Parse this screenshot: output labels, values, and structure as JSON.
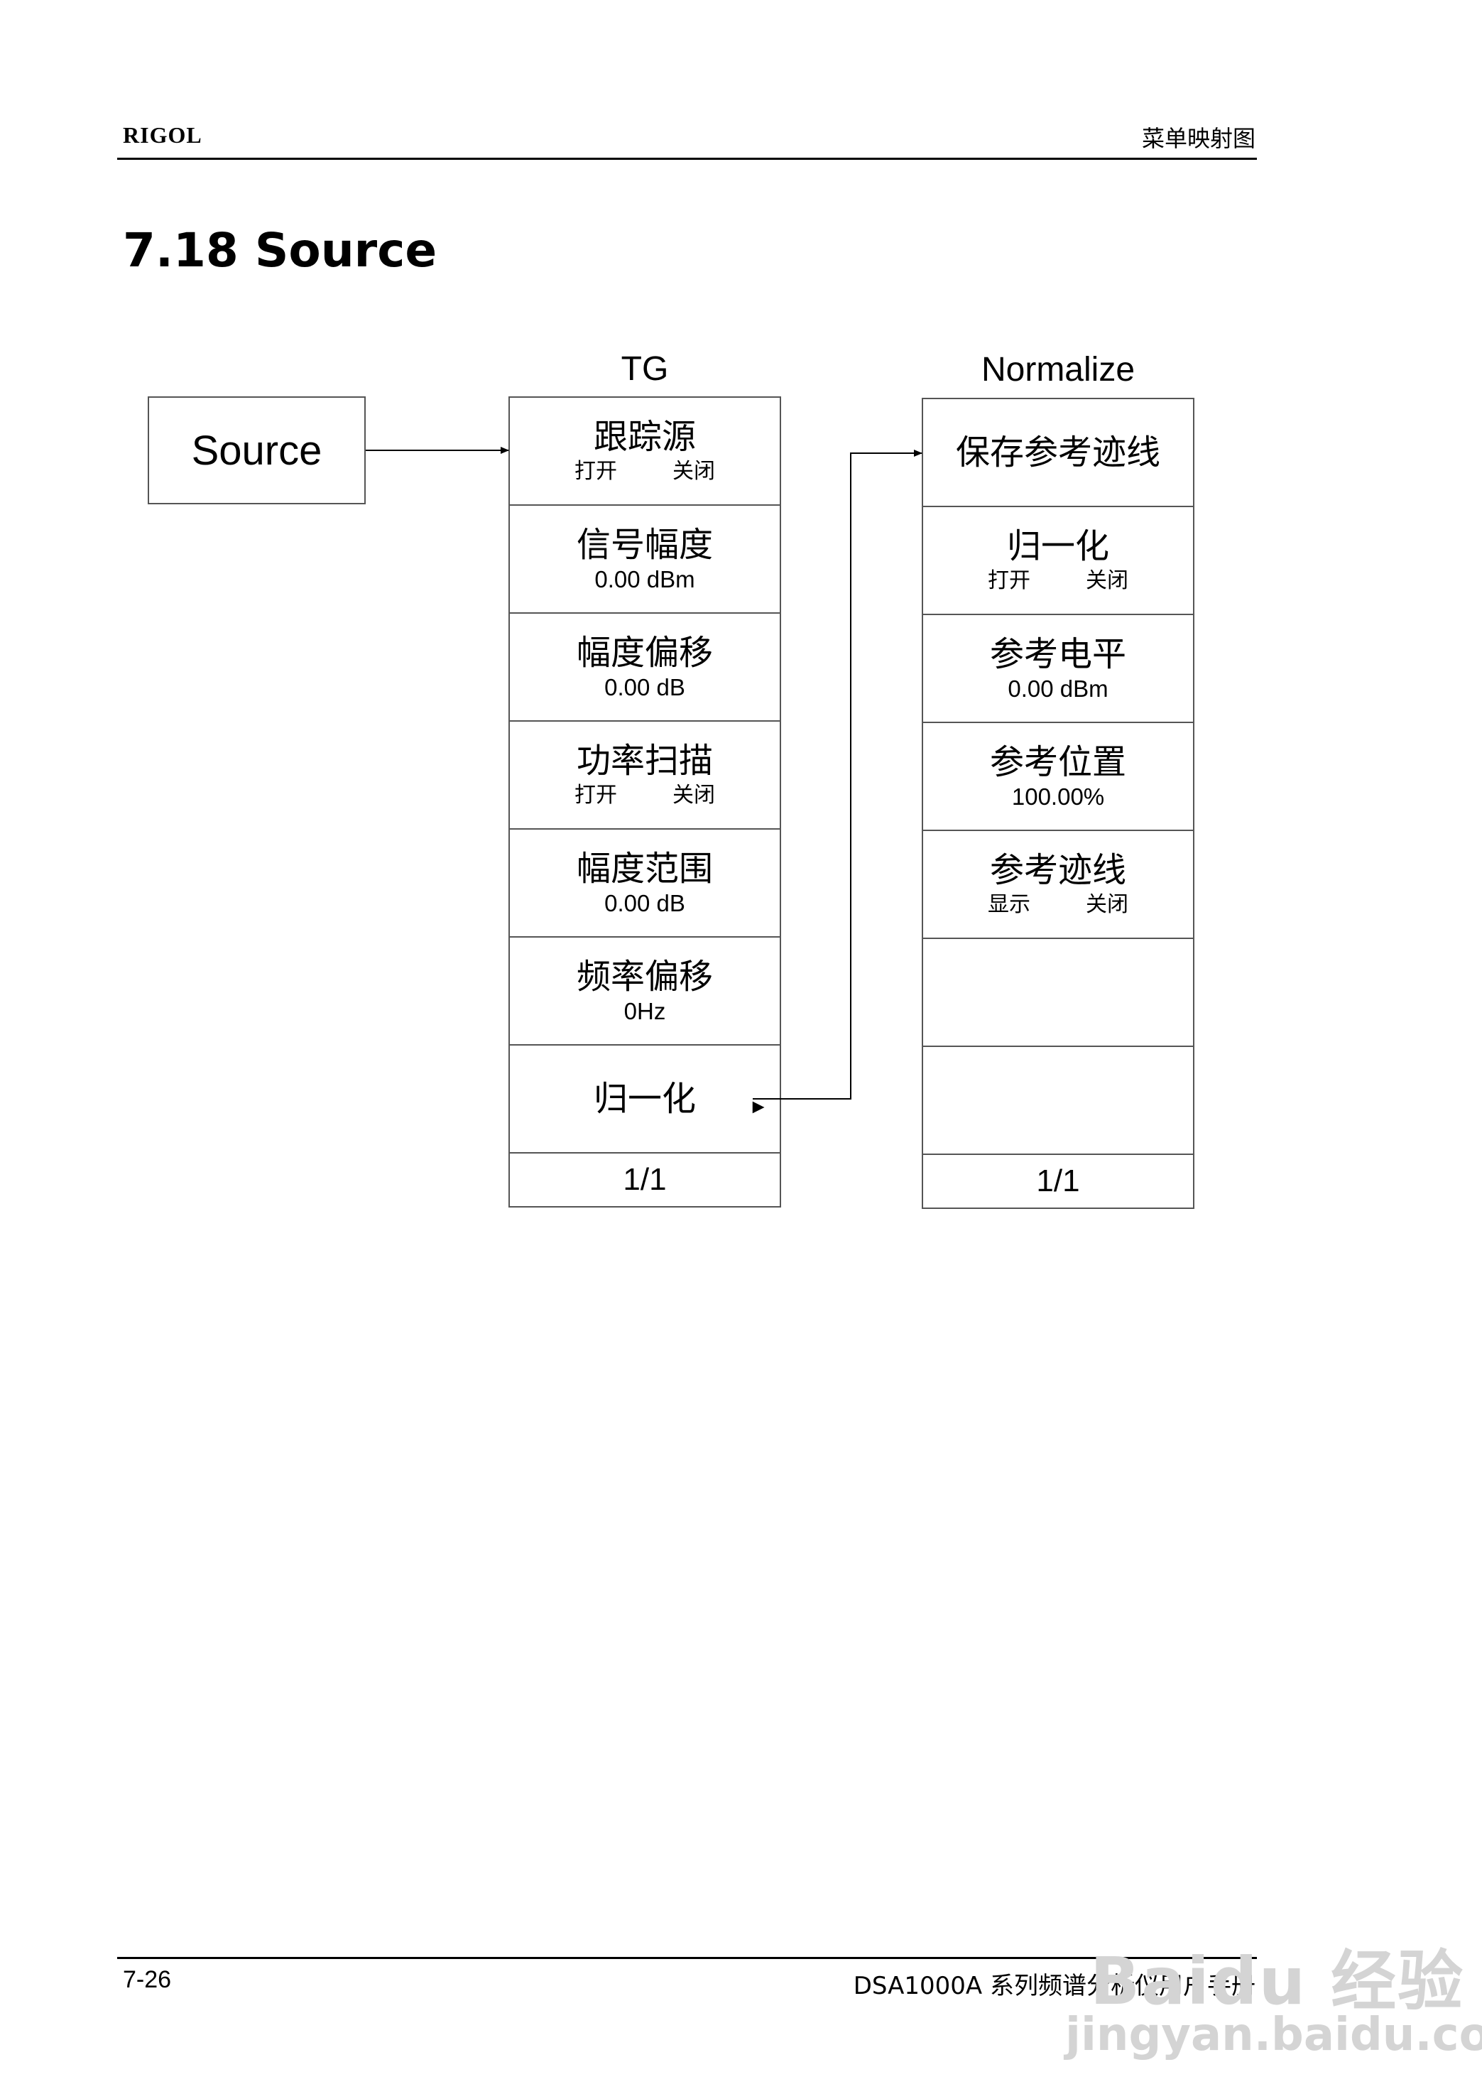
{
  "header": {
    "brand": "RIGOL",
    "section_name": "菜单映射图"
  },
  "section_title": "7.18 Source",
  "source_key": "Source",
  "tg_menu": {
    "title": "TG",
    "items": [
      {
        "label": "跟踪源",
        "opt_on": "打开",
        "opt_off": "关闭"
      },
      {
        "label": "信号幅度",
        "value": "0.00 dBm"
      },
      {
        "label": "幅度偏移",
        "value": "0.00 dB"
      },
      {
        "label": "功率扫描",
        "opt_on": "打开",
        "opt_off": "关闭"
      },
      {
        "label": "幅度范围",
        "value": "0.00 dB"
      },
      {
        "label": "频率偏移",
        "value": "0Hz"
      },
      {
        "label": "归一化",
        "submenu_arrow": "►"
      }
    ],
    "page": "1/1"
  },
  "normalize_menu": {
    "title": "Normalize",
    "items": [
      {
        "label": "保存参考迹线"
      },
      {
        "label": "归一化",
        "opt_on": "打开",
        "opt_off": "关闭"
      },
      {
        "label": "参考电平",
        "value": "0.00 dBm"
      },
      {
        "label": "参考位置",
        "value": "100.00%"
      },
      {
        "label": "参考迹线",
        "opt_on": "显示",
        "opt_off": "关闭"
      },
      {
        "label": ""
      },
      {
        "label": ""
      }
    ],
    "page": "1/1"
  },
  "footer": {
    "page_number": "7-26",
    "manual_title": "DSA1000A 系列频谱分析仪用户手册"
  },
  "watermark": {
    "logo": "Baidu 经验",
    "url": "jingyan.baidu.com"
  }
}
